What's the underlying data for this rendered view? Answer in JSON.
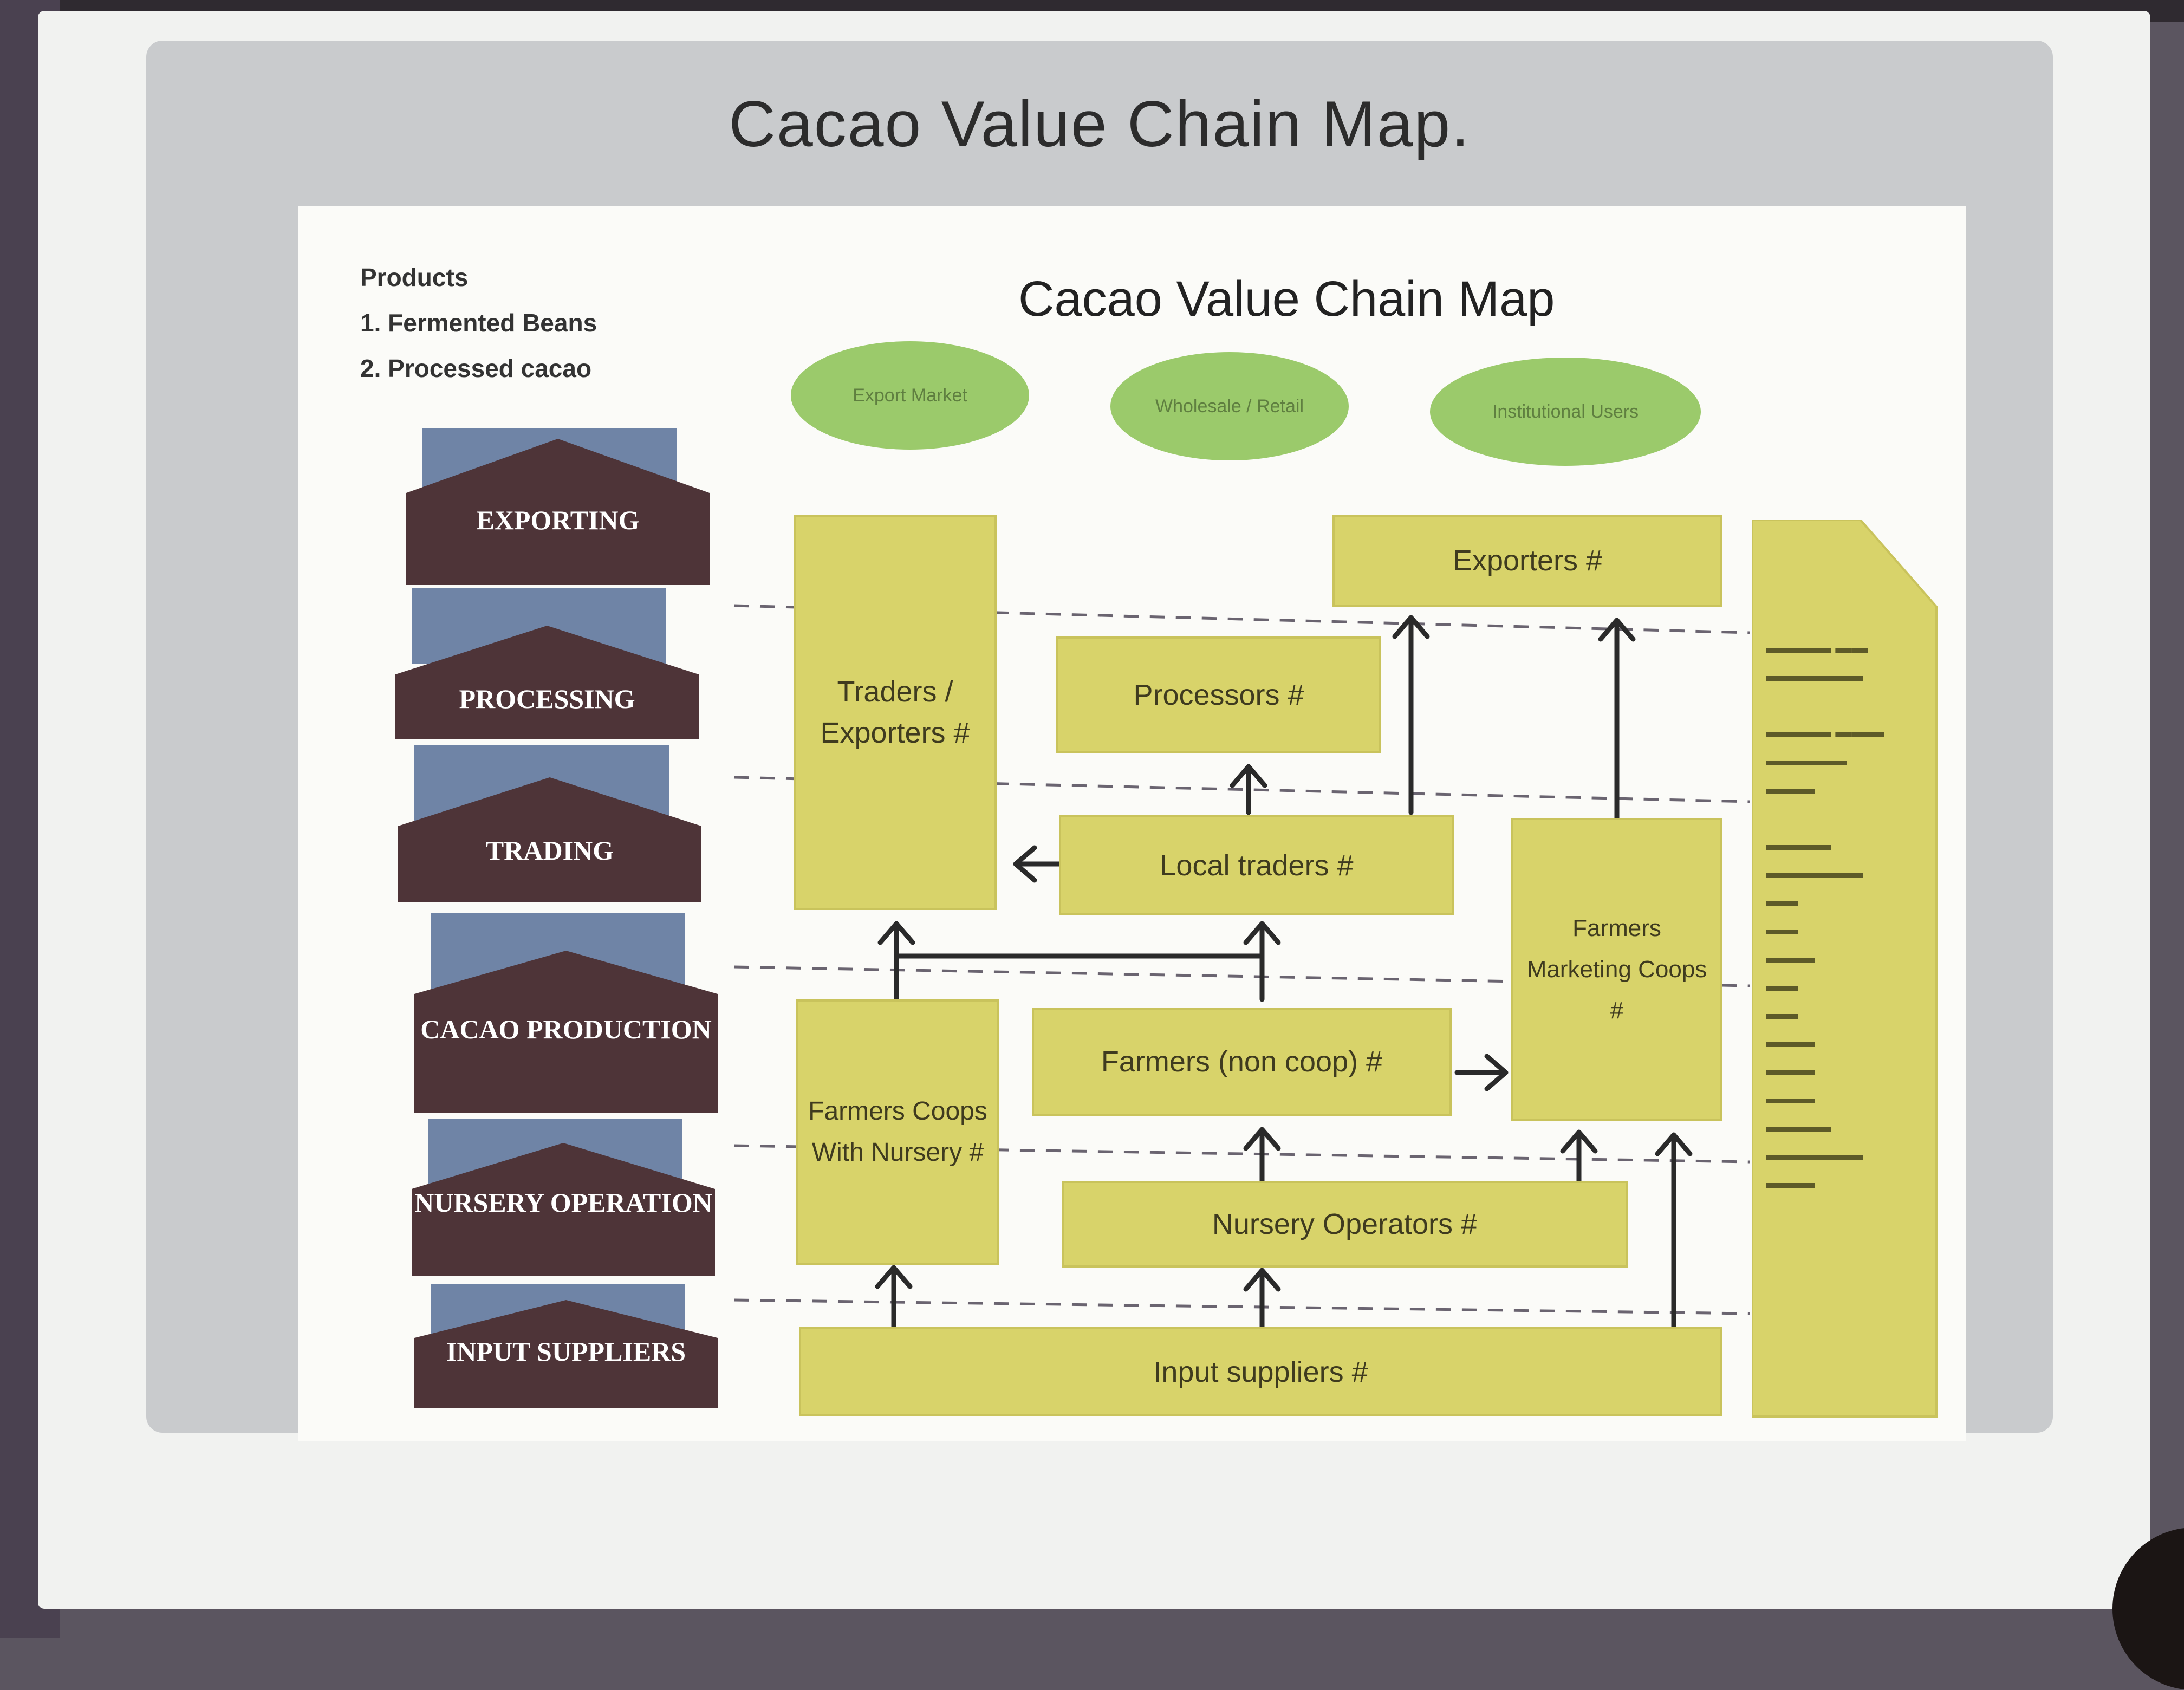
{
  "slide": {
    "title": "Cacao Value Chain Map."
  },
  "diagram": {
    "title": "Cacao Value Chain Map",
    "products_heading": "Products",
    "products": [
      "1.   Fermented Beans",
      "2.   Processed cacao"
    ],
    "markets": [
      "Export Market",
      "Wholesale / Retail",
      "Institutional Users"
    ],
    "stages": [
      "EXPORTING",
      "PROCESSING",
      "TRADING",
      "CACAO PRODUCTION",
      "NURSERY OPERATION",
      "INPUT SUPPLIERS"
    ],
    "actors": {
      "traders_exporters": "Traders / Exporters #",
      "exporters": "Exporters #",
      "processors": "Processors #",
      "local_traders": "Local traders #",
      "farmers_marketing_coops": "Farmers Marketing Coops #",
      "farmers_coops_nursery": "Farmers Coops With Nursery #",
      "farmers_non_coop": "Farmers (non coop) #",
      "nursery_operators": "Nursery Operators #",
      "input_suppliers": "Input suppliers #"
    },
    "colors": {
      "stage_fill": "#4e3438",
      "stage_back": "#6f84a6",
      "actor_box": "#d8d36a",
      "market_oval": "#9bca6b"
    }
  }
}
